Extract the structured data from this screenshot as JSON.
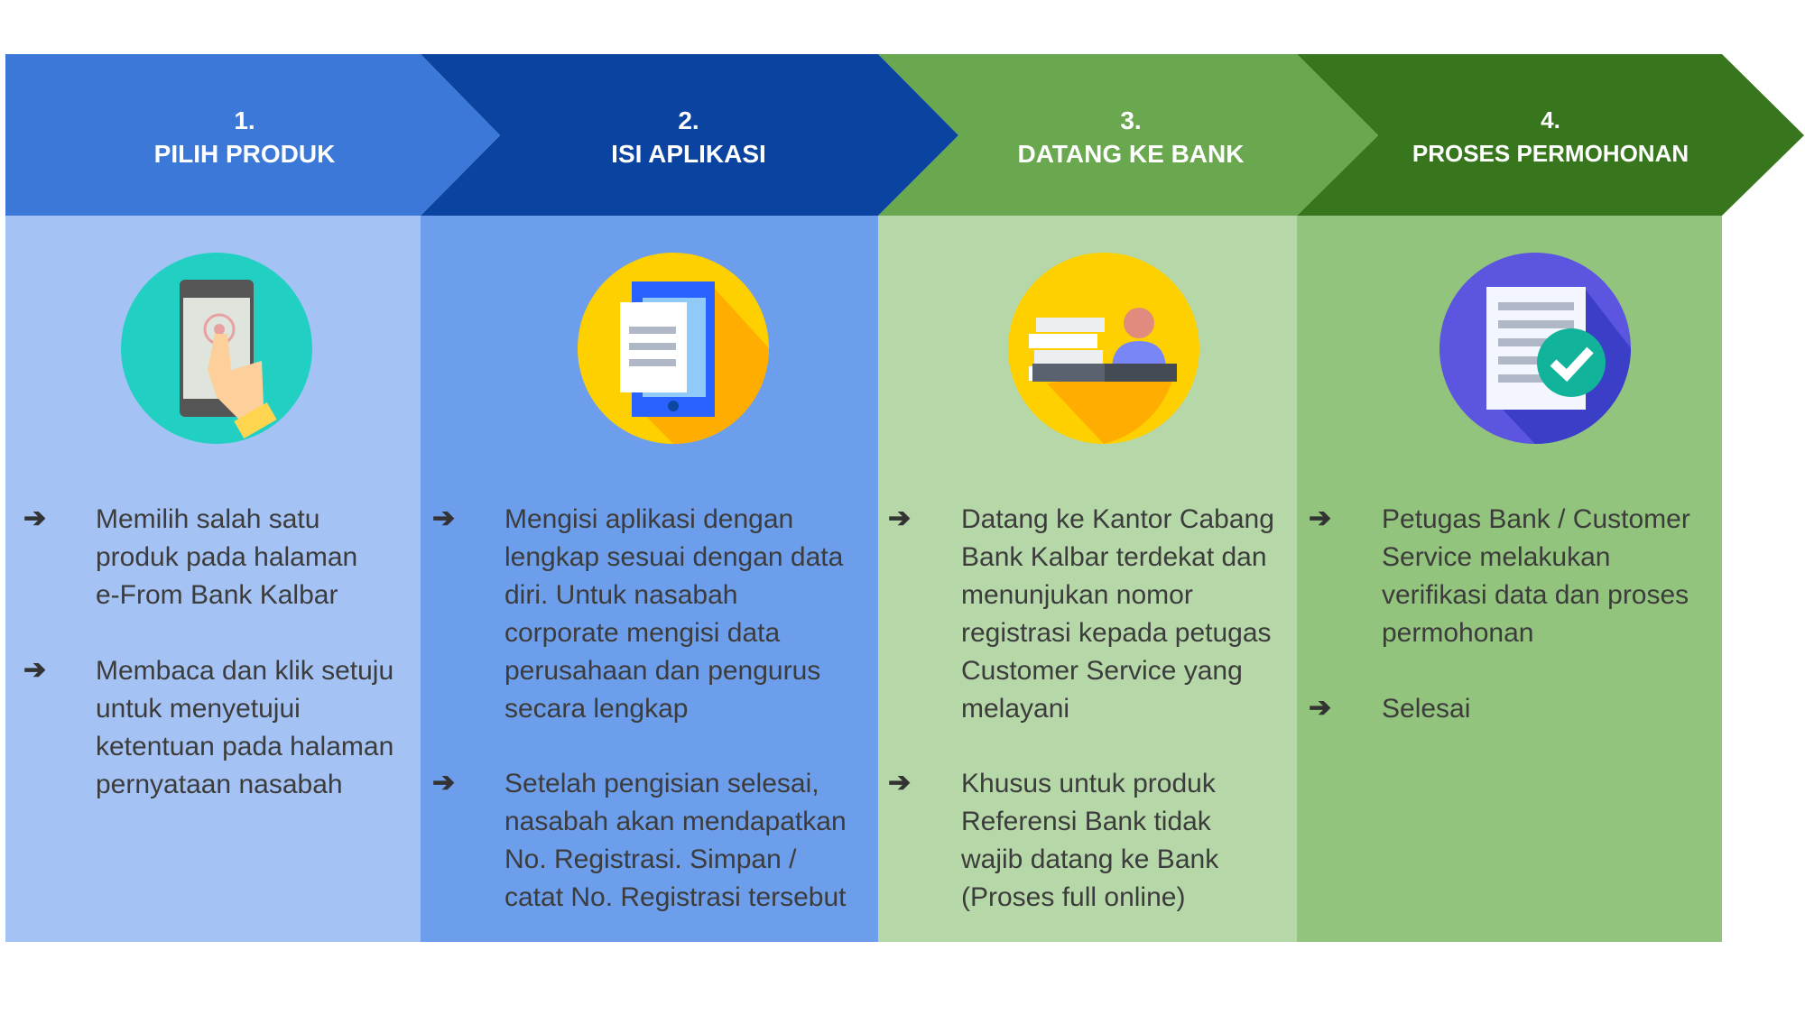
{
  "colors": {
    "step1_head": "#3c78d8",
    "step1_body": "#a4c2f4",
    "step2_head": "#0b44a0",
    "step2_body": "#6d9eeb",
    "step3_head": "#6aa84f",
    "step3_body": "#b6d7a8",
    "step4_head": "#38761d",
    "step4_body": "#93c47d"
  },
  "steps": [
    {
      "number": "1.",
      "title": "PILIH PRODUK",
      "icon": "phone-touch-icon",
      "items": [
        {
          "lines": [
            "Memilih salah satu",
            "produk pada halaman",
            "e-From Bank Kalbar"
          ]
        },
        {
          "lines": [
            "Membaca dan klik setuju",
            "untuk menyetujui",
            "ketentuan pada halaman",
            "pernyataan nasabah"
          ]
        }
      ]
    },
    {
      "number": "2.",
      "title": "ISI APLIKASI",
      "icon": "document-tablet-icon",
      "items": [
        {
          "lines": [
            "Mengisi aplikasi dengan",
            "lengkap sesuai dengan data",
            "diri. Untuk nasabah",
            "corporate mengisi data",
            "perusahaan dan pengurus",
            "secara lengkap"
          ]
        },
        {
          "lines": [
            "Setelah pengisian selesai,",
            "nasabah akan mendapatkan",
            "No. Registrasi. Simpan /",
            "catat No. Registrasi tersebut"
          ]
        }
      ]
    },
    {
      "number": "3.",
      "title": "DATANG KE BANK",
      "icon": "bank-teller-icon",
      "items": [
        {
          "lines": [
            "Datang ke Kantor Cabang",
            "Bank Kalbar terdekat dan",
            "menunjukan nomor",
            "registrasi kepada petugas",
            "Customer Service yang",
            "melayani"
          ]
        },
        {
          "lines": [
            "Khusus untuk produk",
            "Referensi Bank tidak",
            "wajib datang ke Bank",
            "(Proses full online)"
          ]
        }
      ]
    },
    {
      "number": "4.",
      "title": "PROSES PERMOHONAN",
      "icon": "document-check-icon",
      "items": [
        {
          "lines": [
            "Petugas Bank / Customer",
            "Service melakukan",
            "verifikasi data dan proses",
            "permohonan"
          ]
        },
        {
          "lines": [
            "Selesai"
          ]
        }
      ]
    }
  ],
  "bullet": "➔"
}
